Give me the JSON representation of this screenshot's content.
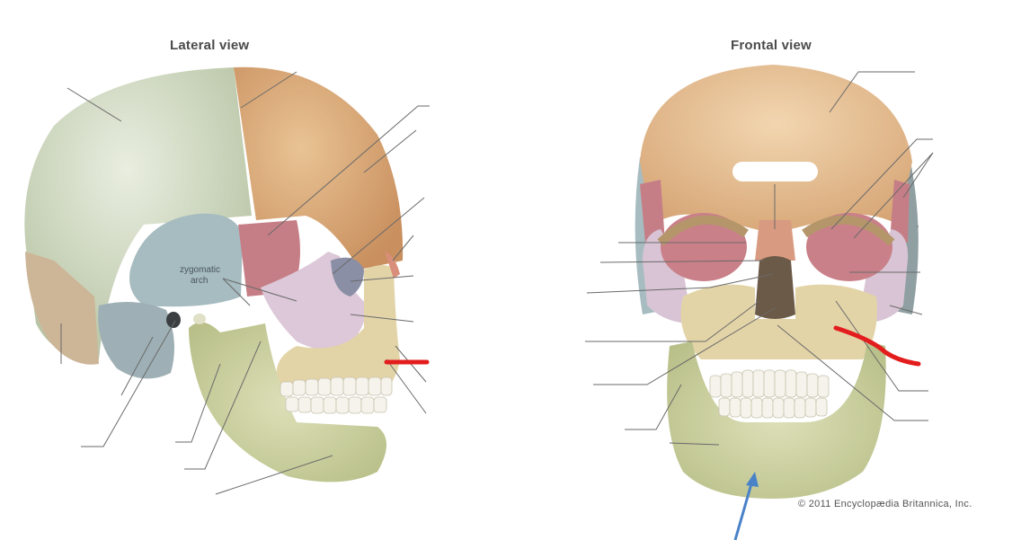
{
  "diagram": {
    "lateral": {
      "title": "Lateral view",
      "inline_label_line1": "zygomatic",
      "inline_label_line2": "arch"
    },
    "frontal": {
      "title": "Frontal view"
    },
    "credit": "© 2011 Encyclopædia Britannica, Inc.",
    "colors": {
      "parietal": "#c9d3b8",
      "frontal": "#d9a877",
      "temporal": "#a9bcc0",
      "sphenoid": "#c97f84",
      "zygomatic": "#dbc6d6",
      "maxilla": "#e2d2a4",
      "mandible": "#c7cc97",
      "occipital": "#cbb69a",
      "teeth": "#f4f2ea",
      "nasal": "#d89a80",
      "annotation_red": "#e31d1d",
      "annotation_blue": "#4a82c8",
      "leader": "#6a6a6a"
    },
    "annotations": [
      {
        "type": "red-mark",
        "view": "lateral"
      },
      {
        "type": "red-mark",
        "view": "frontal"
      },
      {
        "type": "blue-arrow",
        "view": "frontal",
        "target": "mandible chin"
      }
    ]
  }
}
